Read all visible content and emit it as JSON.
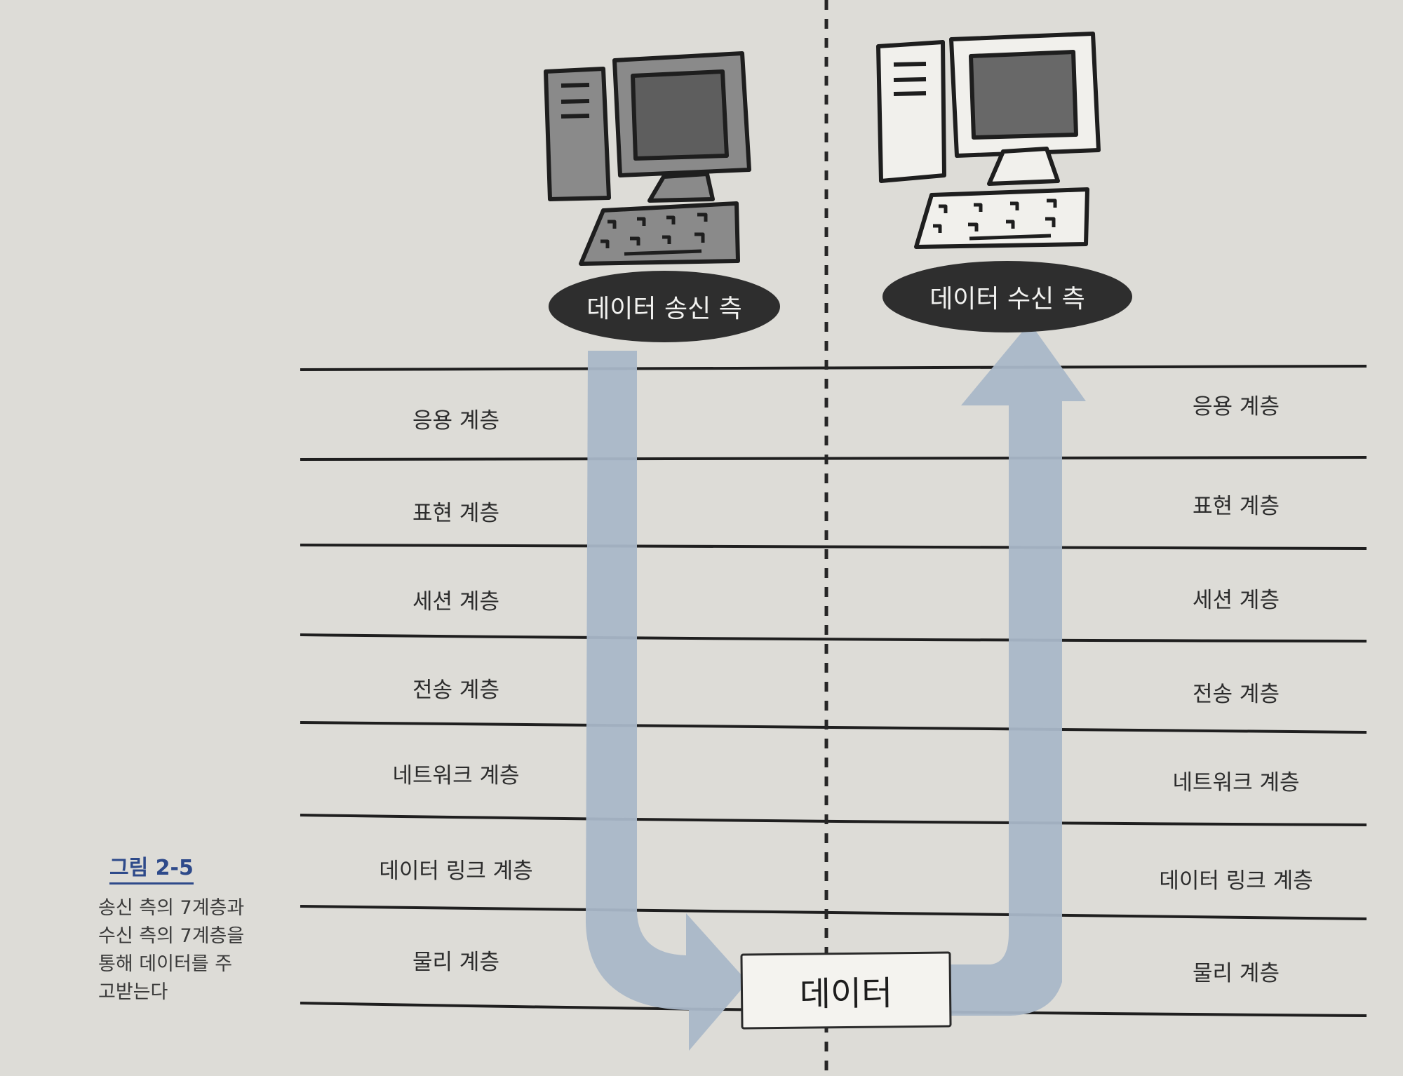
{
  "sender_label": "데이터 송신 측",
  "receiver_label": "데이터 수신 측",
  "data_box_label": "데이터",
  "layers": [
    "응용 계층",
    "표현 계층",
    "세션 계층",
    "전송 계층",
    "네트워크 계층",
    "데이터 링크 계층",
    "물리 계층"
  ],
  "caption": {
    "title": "그림 2-5",
    "text": "송신 측의 7계층과\n수신 측의 7계층을\n통해 데이터를 주\n고받는다"
  },
  "colors": {
    "arrow": "#a9b7c8",
    "pill": "#2e2e2e",
    "caption_title": "#2e4a8a"
  },
  "icons": {
    "sender": "desktop-computer-icon-shaded",
    "receiver": "desktop-computer-icon-outline"
  }
}
